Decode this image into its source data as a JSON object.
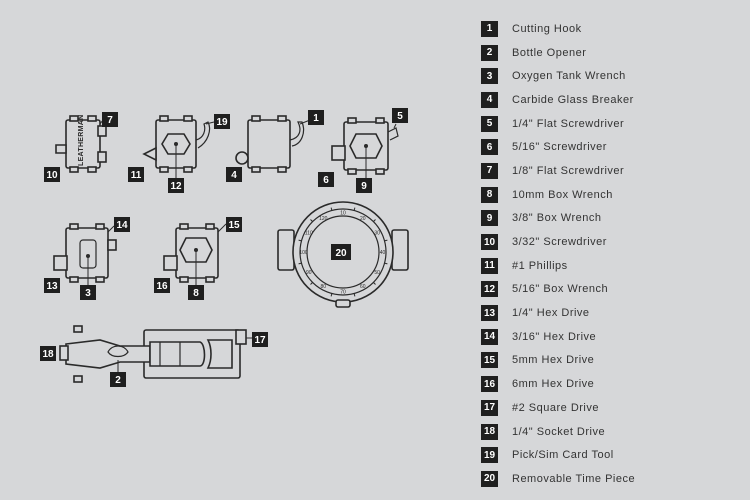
{
  "legend": [
    {
      "num": "1",
      "label": "Cutting Hook"
    },
    {
      "num": "2",
      "label": "Bottle Opener"
    },
    {
      "num": "3",
      "label": "Oxygen Tank Wrench"
    },
    {
      "num": "4",
      "label": "Carbide Glass Breaker"
    },
    {
      "num": "5",
      "label": "1/4\" Flat Screwdriver"
    },
    {
      "num": "6",
      "label": "5/16\" Screwdriver"
    },
    {
      "num": "7",
      "label": "1/8\" Flat Screwdriver"
    },
    {
      "num": "8",
      "label": "10mm Box Wrench"
    },
    {
      "num": "9",
      "label": "3/8\" Box Wrench"
    },
    {
      "num": "10",
      "label": "3/32\" Screwdriver"
    },
    {
      "num": "11",
      "label": "#1 Phillips"
    },
    {
      "num": "12",
      "label": "5/16\" Box Wrench"
    },
    {
      "num": "13",
      "label": "1/4\" Hex Drive"
    },
    {
      "num": "14",
      "label": "3/16\" Hex Drive"
    },
    {
      "num": "15",
      "label": "5mm Hex Drive"
    },
    {
      "num": "16",
      "label": "6mm Hex Drive"
    },
    {
      "num": "17",
      "label": "#2 Square Drive"
    },
    {
      "num": "18",
      "label": "1/4\" Socket Drive"
    },
    {
      "num": "19",
      "label": "Pick/Sim Card Tool"
    },
    {
      "num": "20",
      "label": "Removable Time Piece"
    }
  ],
  "brand_text": "LEATHERMAN",
  "dial_numbers": [
    "10",
    "20",
    "30",
    "40",
    "50",
    "60",
    "70",
    "80",
    "90",
    "100",
    "110",
    "120"
  ],
  "colors": {
    "background": "#d6d7d9",
    "badge": "#1f1f1f",
    "line": "#2a2a2a"
  }
}
